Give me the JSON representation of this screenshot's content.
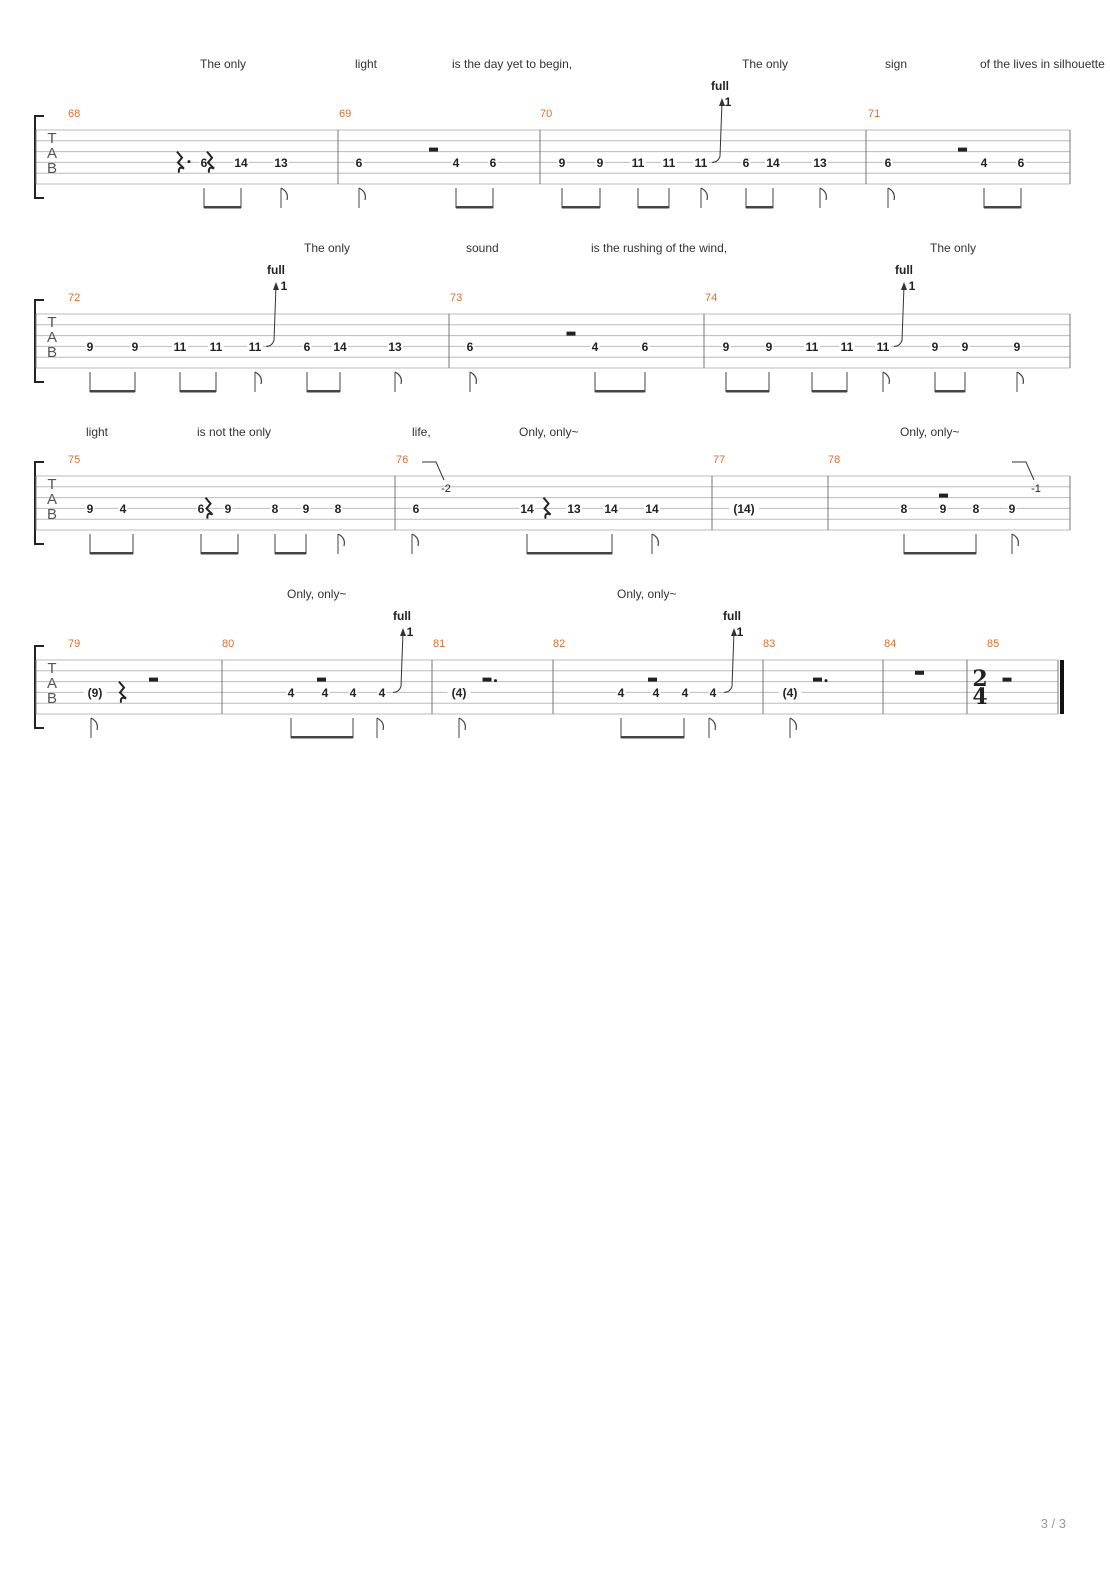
{
  "colors": {
    "staff_line": "#bbbbbb",
    "barline": "#777777",
    "fret_text": "#222222",
    "measure_number": "#e06f2f",
    "lyric": "#333333",
    "stem": "#444444"
  },
  "clef": [
    "T",
    "A",
    "B"
  ],
  "page_number": "3 / 3",
  "systems": [
    {
      "measures": [
        {
          "number": "68",
          "rests": [
            {
              "kind": "quarter",
              "dotted": true
            },
            {
              "kind": "quarter"
            }
          ]
        },
        {
          "number": "69",
          "rests": [
            {
              "kind": "half"
            }
          ]
        },
        {
          "number": "70",
          "bend": {
            "amount": "full",
            "label": "1"
          }
        },
        {
          "number": "71",
          "rests": [
            {
              "kind": "half"
            }
          ]
        }
      ],
      "lyrics": [
        "The only",
        "light",
        "is the day yet to begin,",
        "The only",
        "sign",
        "of the lives in silhouette"
      ],
      "notes": [
        {
          "fret": "6",
          "string": 4
        },
        {
          "fret": "14",
          "string": 4
        },
        {
          "fret": "13",
          "string": 4
        },
        {
          "fret": "6",
          "string": 4
        },
        {
          "fret": "4",
          "string": 4
        },
        {
          "fret": "6",
          "string": 4
        },
        {
          "fret": "9",
          "string": 4
        },
        {
          "fret": "9",
          "string": 4
        },
        {
          "fret": "11",
          "string": 4
        },
        {
          "fret": "11",
          "string": 4
        },
        {
          "fret": "11",
          "string": 4
        },
        {
          "fret": "6",
          "string": 4
        },
        {
          "fret": "14",
          "string": 4
        },
        {
          "fret": "13",
          "string": 4
        },
        {
          "fret": "6",
          "string": 4
        },
        {
          "fret": "4",
          "string": 4
        },
        {
          "fret": "6",
          "string": 4
        }
      ]
    },
    {
      "measures": [
        {
          "number": "72",
          "bend": {
            "amount": "full",
            "label": "1"
          }
        },
        {
          "number": "73",
          "rests": [
            {
              "kind": "half"
            }
          ]
        },
        {
          "number": "74",
          "bend": {
            "amount": "full",
            "label": "1"
          }
        }
      ],
      "lyrics": [
        "The only",
        "sound",
        "is the rushing of the wind,",
        "The only"
      ],
      "notes": [
        {
          "fret": "9"
        },
        {
          "fret": "9"
        },
        {
          "fret": "11"
        },
        {
          "fret": "11"
        },
        {
          "fret": "11"
        },
        {
          "fret": "6"
        },
        {
          "fret": "14"
        },
        {
          "fret": "13"
        },
        {
          "fret": "6"
        },
        {
          "fret": "4"
        },
        {
          "fret": "6"
        },
        {
          "fret": "9"
        },
        {
          "fret": "9"
        },
        {
          "fret": "11"
        },
        {
          "fret": "11"
        },
        {
          "fret": "11"
        },
        {
          "fret": "9"
        },
        {
          "fret": "9"
        },
        {
          "fret": "9"
        }
      ]
    },
    {
      "measures": [
        {
          "number": "75",
          "rests": [
            {
              "kind": "sixteenth"
            }
          ]
        },
        {
          "number": "76",
          "rests": [
            {
              "kind": "eighth"
            }
          ],
          "release": "-2"
        },
        {
          "number": "77"
        },
        {
          "number": "78",
          "rests": [
            {
              "kind": "half"
            }
          ],
          "release": "-1"
        }
      ],
      "lyrics": [
        "light",
        "is not the only",
        "life,",
        "Only, only~",
        "Only, only~"
      ],
      "notes": [
        {
          "fret": "9"
        },
        {
          "fret": "4"
        },
        {
          "fret": "6"
        },
        {
          "fret": "9"
        },
        {
          "fret": "8"
        },
        {
          "fret": "9"
        },
        {
          "fret": "8"
        },
        {
          "fret": "6"
        },
        {
          "fret": "14"
        },
        {
          "fret": "13"
        },
        {
          "fret": "14"
        },
        {
          "fret": "14"
        },
        {
          "fret": "(14)"
        },
        {
          "fret": "8"
        },
        {
          "fret": "9"
        },
        {
          "fret": "8"
        },
        {
          "fret": "9"
        }
      ]
    },
    {
      "measures": [
        {
          "number": "79",
          "rests": [
            {
              "kind": "eighth"
            },
            {
              "kind": "half"
            }
          ]
        },
        {
          "number": "80",
          "rests": [
            {
              "kind": "half"
            }
          ],
          "bend": {
            "amount": "full",
            "label": "1"
          }
        },
        {
          "number": "81",
          "rests": [
            {
              "kind": "half",
              "dotted": true
            }
          ]
        },
        {
          "number": "82",
          "rests": [
            {
              "kind": "half"
            }
          ],
          "bend": {
            "amount": "full",
            "label": "1"
          }
        },
        {
          "number": "83",
          "rests": [
            {
              "kind": "half",
              "dotted": true
            }
          ]
        },
        {
          "number": "84",
          "rests": [
            {
              "kind": "whole"
            }
          ]
        },
        {
          "number": "85",
          "rests": [
            {
              "kind": "half"
            }
          ],
          "time_signature": {
            "top": "2",
            "bottom": "4"
          }
        }
      ],
      "lyrics": [
        "Only, only~",
        "Only, only~"
      ],
      "notes": [
        {
          "fret": "(9)"
        },
        {
          "fret": "4"
        },
        {
          "fret": "4"
        },
        {
          "fret": "4"
        },
        {
          "fret": "4"
        },
        {
          "fret": "(4)"
        },
        {
          "fret": "4"
        },
        {
          "fret": "4"
        },
        {
          "fret": "4"
        },
        {
          "fret": "4"
        },
        {
          "fret": "(4)"
        }
      ]
    }
  ]
}
